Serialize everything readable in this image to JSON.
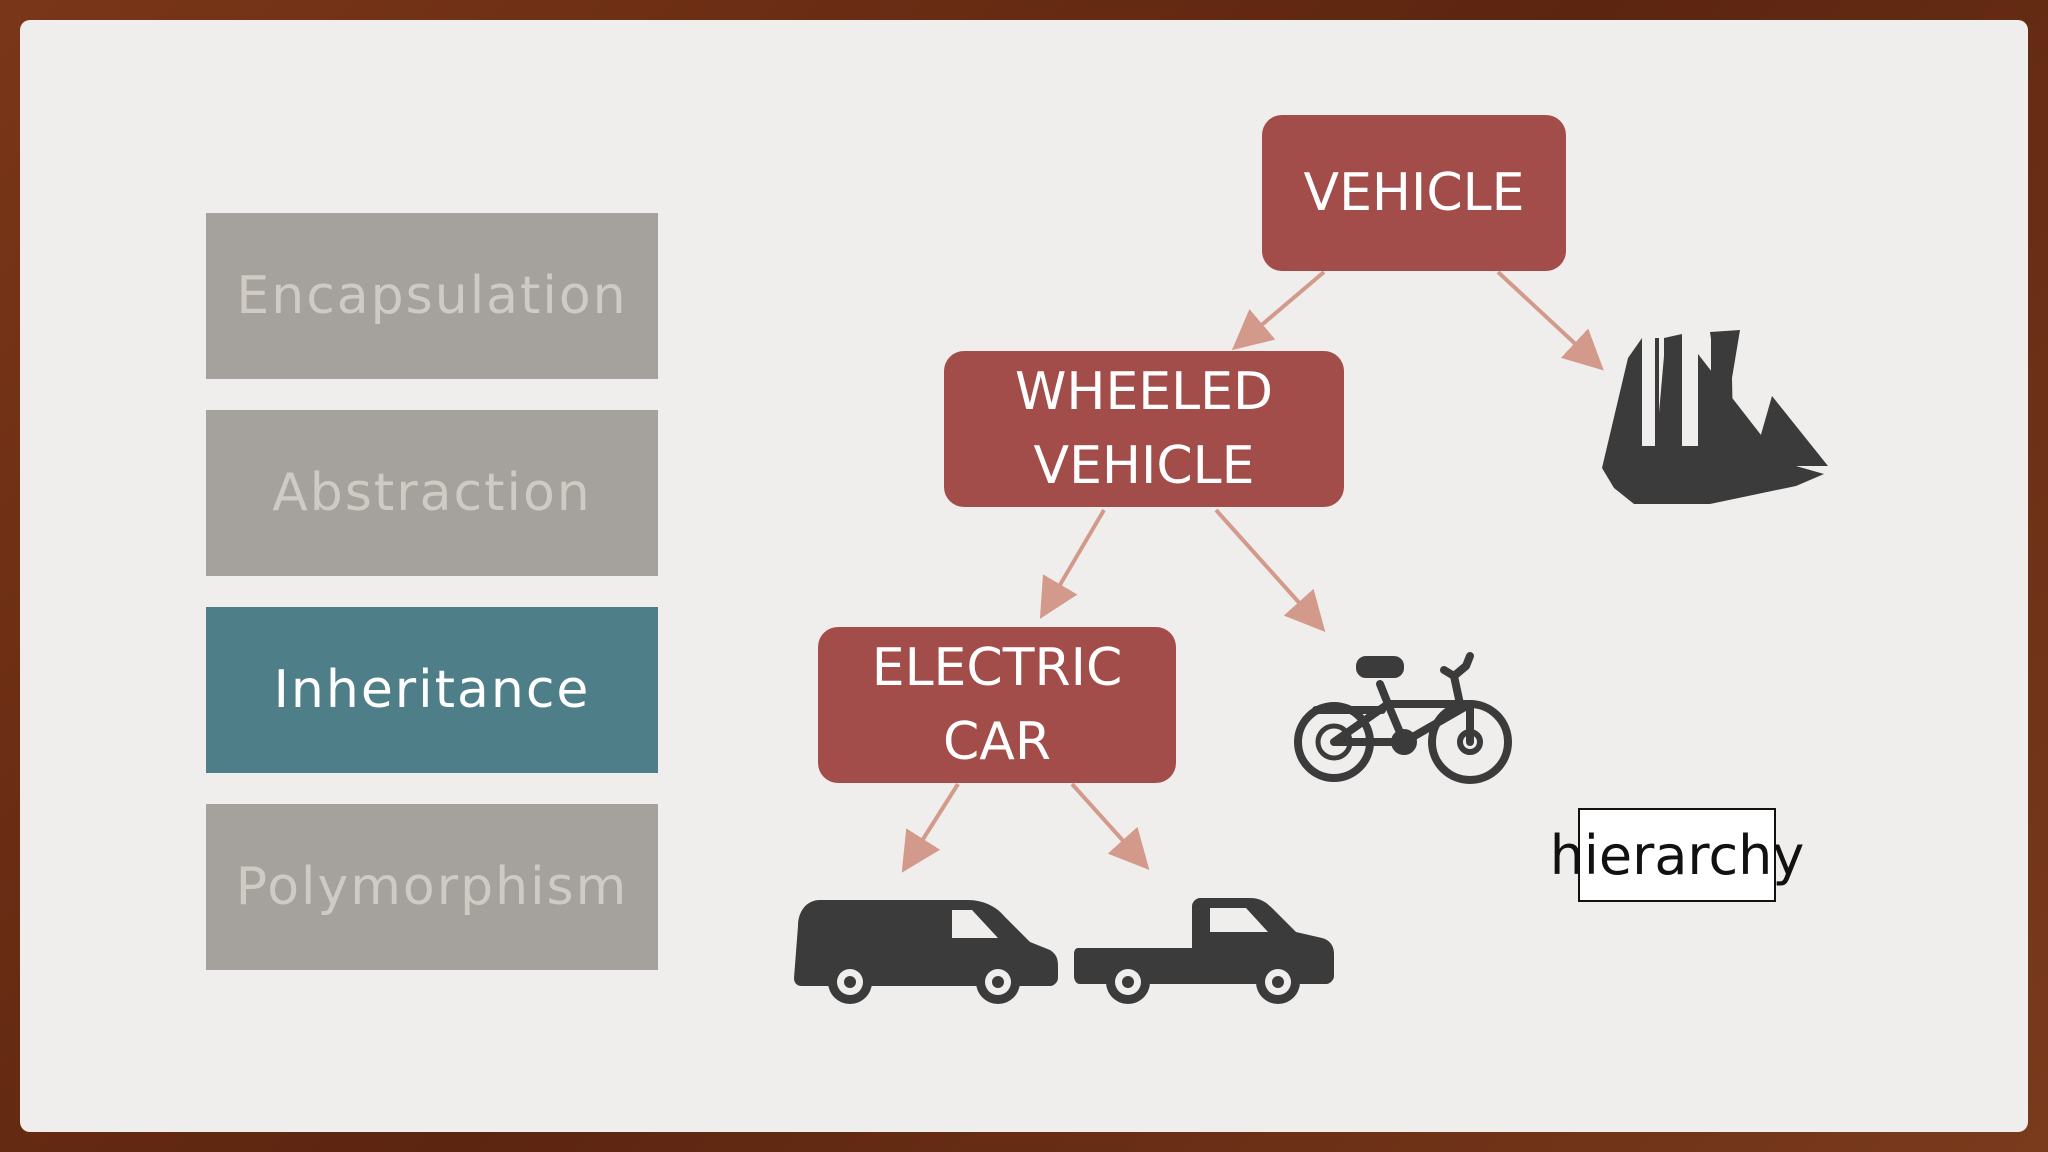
{
  "pillars": [
    {
      "label": "Encapsulation",
      "state": "muted"
    },
    {
      "label": "Abstraction",
      "state": "muted"
    },
    {
      "label": "Inheritance",
      "state": "active"
    },
    {
      "label": "Polymorphism",
      "state": "muted"
    }
  ],
  "nodes": {
    "vehicle": {
      "lines": [
        "VEHICLE"
      ]
    },
    "wheeled_vehicle": {
      "lines": [
        "WHEELED",
        "VEHICLE"
      ]
    },
    "electric_car": {
      "lines": [
        "ELECTRIC",
        "CAR"
      ]
    }
  },
  "icons": {
    "ship": "sailing-ship-icon",
    "bicycle": "bicycle-icon",
    "van": "van-icon",
    "pickup": "pickup-truck-icon"
  },
  "tag": {
    "label": "hierarchy"
  },
  "colors": {
    "node_fill": "#a34d4b",
    "arrow": "#d39a8c",
    "active_pillar": "#4e7f89",
    "muted_pillar": "#a5a19c",
    "icon": "#3c3b3c",
    "frame": "#6b2f15"
  }
}
